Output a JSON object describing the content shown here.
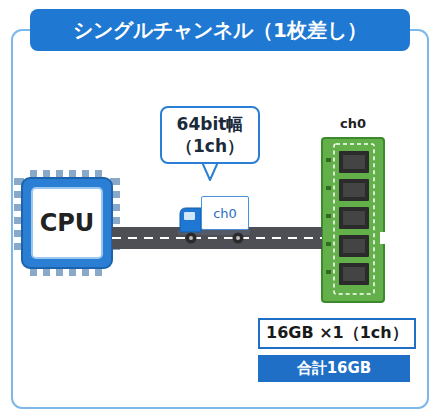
{
  "diagram": {
    "title": "シングルチャンネル（1枚差し）",
    "nodes": [
      {
        "text": [
          "CPU"
        ]
      },
      {
        "text": [
          "64bit幅 （1ch）"
        ]
      },
      {
        "text": [
          "ch0"
        ]
      },
      {
        "text": [
          "ch0"
        ]
      },
      {
        "text": [
          "16GB ×1（1ch）"
        ]
      },
      {
        "text": [
          "合計16GB"
        ]
      }
    ],
    "edges": [
      {
        "from": 0,
        "to": 3,
        "arrow": "none"
      }
    ]
  }
}
